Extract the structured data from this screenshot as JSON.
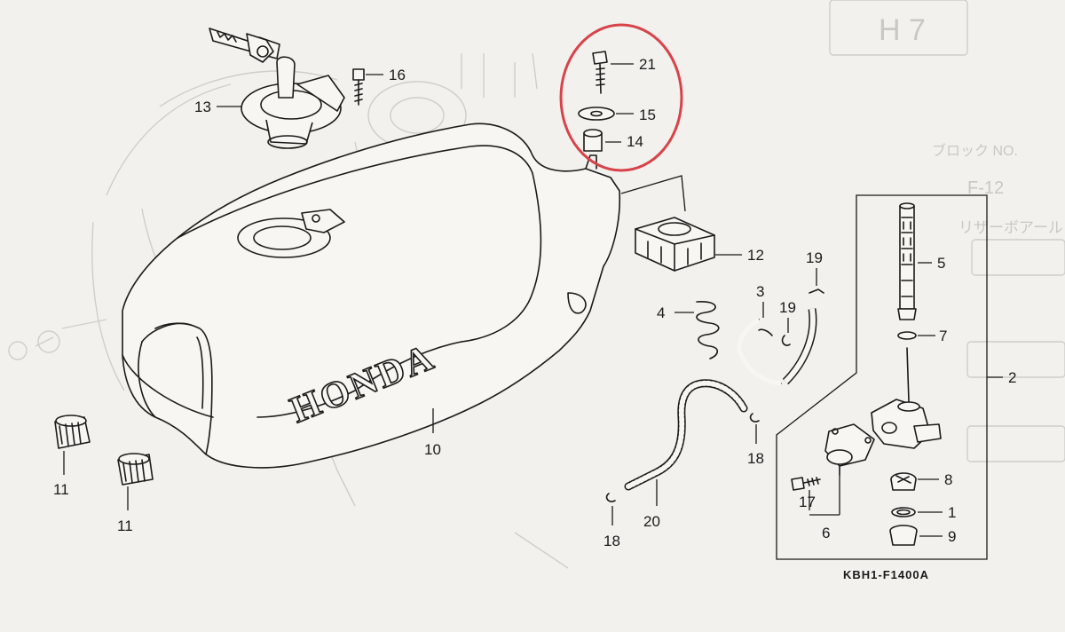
{
  "diagram": {
    "figure_code": "KBH1-F1400A",
    "brand": "HONDA",
    "corner_ghost": "H 7",
    "ghost_side_text": {
      "part_no": "ブロック NO.",
      "code": "F-12",
      "label": "リザーボアール"
    },
    "highlight_color": "#d8434a",
    "callouts": [
      {
        "id": "c1",
        "label": "1"
      },
      {
        "id": "c2",
        "label": "2"
      },
      {
        "id": "c3",
        "label": "3"
      },
      {
        "id": "c4",
        "label": "4"
      },
      {
        "id": "c5",
        "label": "5"
      },
      {
        "id": "c6",
        "label": "6"
      },
      {
        "id": "c7",
        "label": "7"
      },
      {
        "id": "c8",
        "label": "8"
      },
      {
        "id": "c9",
        "label": "9"
      },
      {
        "id": "c10",
        "label": "10"
      },
      {
        "id": "c11a",
        "label": "11"
      },
      {
        "id": "c11b",
        "label": "11"
      },
      {
        "id": "c12",
        "label": "12"
      },
      {
        "id": "c13",
        "label": "13"
      },
      {
        "id": "c14",
        "label": "14"
      },
      {
        "id": "c15",
        "label": "15"
      },
      {
        "id": "c16",
        "label": "16"
      },
      {
        "id": "c17",
        "label": "17"
      },
      {
        "id": "c18a",
        "label": "18"
      },
      {
        "id": "c18b",
        "label": "18"
      },
      {
        "id": "c19a",
        "label": "19"
      },
      {
        "id": "c19b",
        "label": "19"
      },
      {
        "id": "c20",
        "label": "20"
      },
      {
        "id": "c21",
        "label": "21"
      }
    ]
  }
}
